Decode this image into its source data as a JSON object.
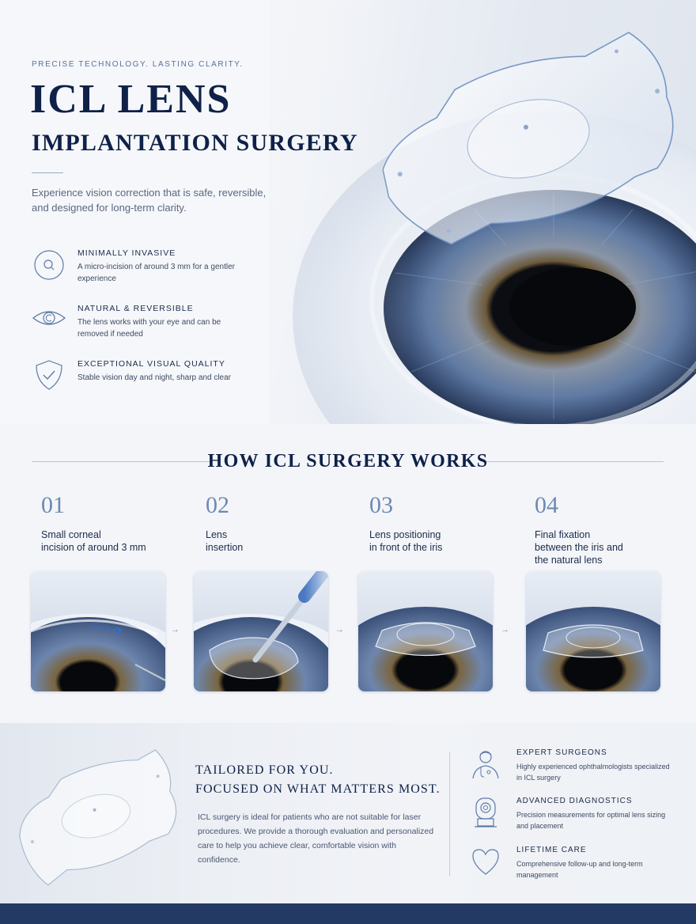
{
  "hero": {
    "kicker": "PRECISE TECHNOLOGY. LASTING CLARITY.",
    "title_main": "ICL LENS",
    "title_sub": "IMPLANTATION SURGERY",
    "intro": "Experience vision correction that is safe, reversible, and designed for long-term clarity.",
    "features": [
      {
        "icon": "magnifier-circle-icon",
        "title": "MINIMALLY INVASIVE",
        "desc": "A micro-incision of around 3 mm for a gentler experience"
      },
      {
        "icon": "eye-icon",
        "title": "NATURAL & REVERSIBLE",
        "desc": "The lens works with your eye and can be removed if needed"
      },
      {
        "icon": "shield-check-icon",
        "title": "EXCEPTIONAL VISUAL QUALITY",
        "desc": "Stable vision day and night, sharp and clear"
      }
    ]
  },
  "how": {
    "title": "HOW ICL SURGERY WORKS",
    "steps": [
      {
        "num": "01",
        "label": "Small corneal\nincision of around 3 mm"
      },
      {
        "num": "02",
        "label": "Lens\ninsertion"
      },
      {
        "num": "03",
        "label": "Lens positioning\nin front of the iris"
      },
      {
        "num": "04",
        "label": "Final fixation\nbetween the iris and\nthe natural lens"
      }
    ],
    "arrow": "→"
  },
  "tailored": {
    "title_line1": "TAILORED FOR YOU.",
    "title_line2": "FOCUSED ON WHAT MATTERS MOST.",
    "desc": "ICL surgery is ideal for patients who are not suitable for laser procedures. We provide a thorough evaluation and personalized care to help you achieve clear, comfortable vision with confidence.",
    "perks": [
      {
        "icon": "doctor-icon",
        "title": "EXPERT SURGEONS",
        "desc": "Highly experienced ophthalmologists specialized in ICL surgery"
      },
      {
        "icon": "diagnostic-device-icon",
        "title": "ADVANCED DIAGNOSTICS",
        "desc": "Precision measurements for optimal lens sizing and placement"
      },
      {
        "icon": "heart-icon",
        "title": "LIFETIME CARE",
        "desc": "Comprehensive follow-up and long-term management"
      }
    ]
  },
  "colors": {
    "navy": "#0f2149",
    "accent_blue": "#6d89b2",
    "footer": "#223a64",
    "iris_blue": "#4d6690"
  }
}
